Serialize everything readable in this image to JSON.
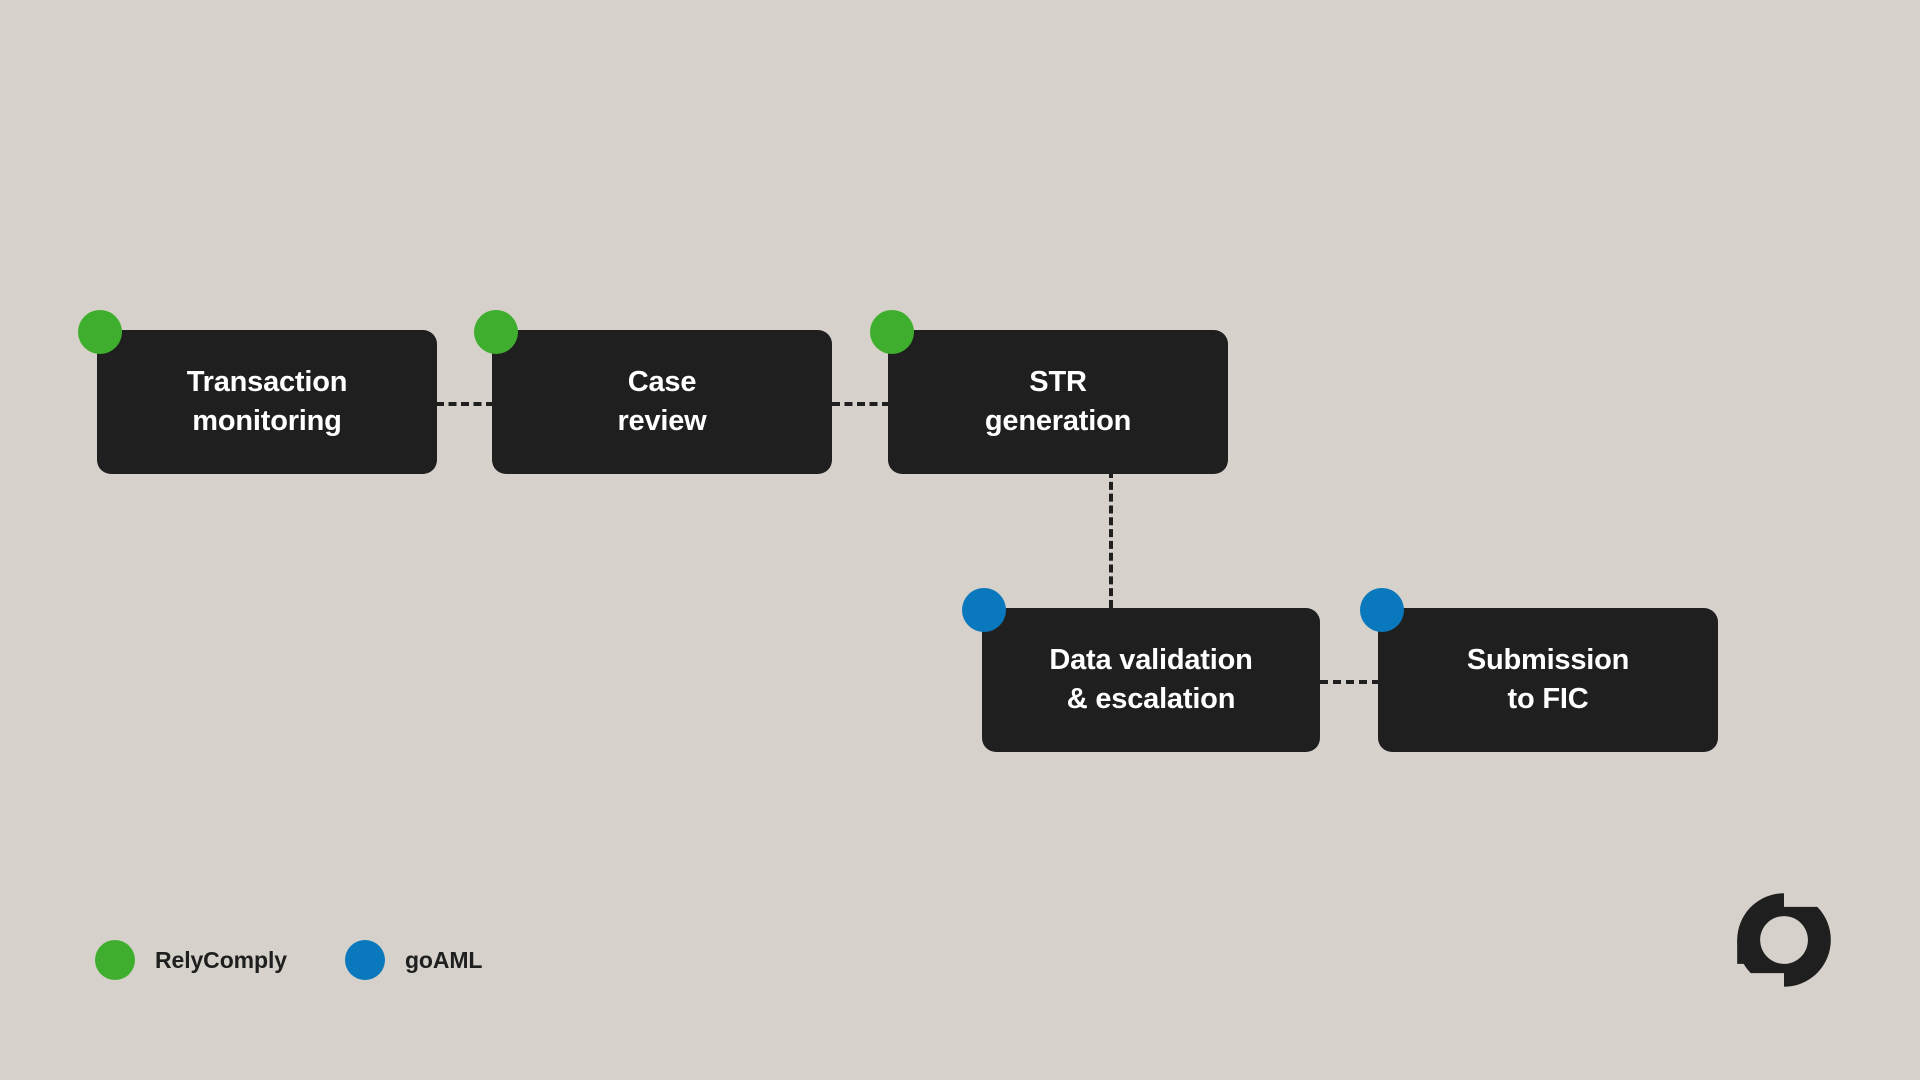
{
  "diagram": {
    "background_color": "#d6d2cb",
    "node_color": "#1f1f1f",
    "node_text_color": "#ffffff",
    "connector_color": "#1f1f1f",
    "nodes": [
      {
        "id": "transaction-monitoring",
        "label": "Transaction\nmonitoring",
        "system": "RelyComply",
        "dot_color": "#3fae2f",
        "row": 1,
        "order": 1
      },
      {
        "id": "case-review",
        "label": "Case\nreview",
        "system": "RelyComply",
        "dot_color": "#3fae2f",
        "row": 1,
        "order": 2
      },
      {
        "id": "str-generation",
        "label": "STR\ngeneration",
        "system": "RelyComply",
        "dot_color": "#3fae2f",
        "row": 1,
        "order": 3
      },
      {
        "id": "data-validation-escalation",
        "label": "Data validation\n& escalation",
        "system": "goAML",
        "dot_color": "#0a78bc",
        "row": 2,
        "order": 4
      },
      {
        "id": "submission-to-fic",
        "label": "Submission\nto FIC",
        "system": "goAML",
        "dot_color": "#0a78bc",
        "row": 2,
        "order": 5
      }
    ],
    "connectors": [
      {
        "from": "transaction-monitoring",
        "to": "case-review",
        "style": "dashed",
        "orientation": "horizontal"
      },
      {
        "from": "case-review",
        "to": "str-generation",
        "style": "dashed",
        "orientation": "horizontal"
      },
      {
        "from": "str-generation",
        "to": "data-validation-escalation",
        "style": "dashed",
        "orientation": "vertical"
      },
      {
        "from": "data-validation-escalation",
        "to": "submission-to-fic",
        "style": "dashed",
        "orientation": "horizontal"
      }
    ]
  },
  "legend": {
    "items": [
      {
        "label": "RelyComply",
        "color": "#3fae2f"
      },
      {
        "label": "goAML",
        "color": "#0a78bc"
      }
    ]
  },
  "logo": {
    "name": "relycomply-logo",
    "color": "#1f1f1f"
  }
}
